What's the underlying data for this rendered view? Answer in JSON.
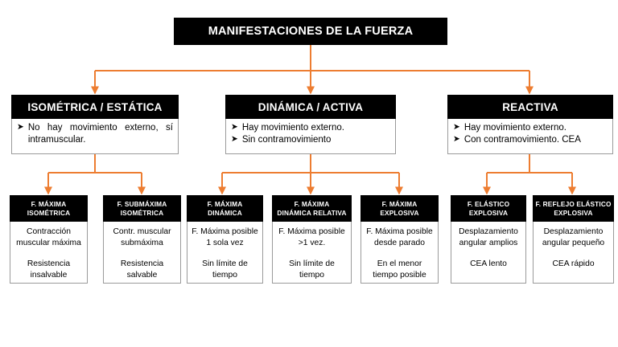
{
  "diagram": {
    "title": "MANIFESTACIONES DE LA FUERZA",
    "accent_color": "#ED7D31",
    "header_bg": "#000000",
    "header_fg": "#FFFFFF",
    "body_bg": "#FFFFFF",
    "body_fg": "#000000",
    "border_color": "#9A9A9A",
    "bullet_glyph": "➤"
  },
  "branches": [
    {
      "id": "isometrica",
      "title": "ISOMÉTRICA / ESTÁTICA",
      "bullets": [
        "No hay movimiento externo, sí intramuscular."
      ],
      "children": [
        {
          "id": "f-maxima-isometrica",
          "title_line1": "F. MÁXIMA",
          "title_line2": "ISOMÉTRICA",
          "line1": "Contracción muscular máxima",
          "line2": "Resistencia insalvable"
        },
        {
          "id": "f-submaxima-isometrica",
          "title_line1": "F. SUBMÁXIMA",
          "title_line2": "ISOMÉTRICA",
          "line1": "Contr. muscular submáxima",
          "line2": "Resistencia salvable"
        }
      ]
    },
    {
      "id": "dinamica",
      "title": "DINÁMICA / ACTIVA",
      "bullets": [
        "Hay movimiento externo.",
        "Sin contramovimiento"
      ],
      "children": [
        {
          "id": "f-maxima-dinamica",
          "title_line1": "F. MÁXIMA",
          "title_line2": "DINÁMICA",
          "line1": "F. Máxima posible 1 sola vez",
          "line2": "Sin límite de tiempo"
        },
        {
          "id": "f-maxima-dinamica-relativa",
          "title_line1": "F. MÁXIMA",
          "title_line2": "DINÁMICA RELATIVA",
          "line1": "F. Máxima posible >1 vez.",
          "line2": "Sin límite de tiempo"
        },
        {
          "id": "f-maxima-explosiva",
          "title_line1": "F. MÁXIMA",
          "title_line2": "EXPLOSIVA",
          "line1": "F. Máxima posible desde parado",
          "line2": "En el menor tiempo posible"
        }
      ]
    },
    {
      "id": "reactiva",
      "title": "REACTIVA",
      "bullets": [
        "Hay movimiento externo.",
        "Con contramovimiento. CEA"
      ],
      "children": [
        {
          "id": "f-elastico-explosiva",
          "title_line1": "F. ELÁSTICO",
          "title_line2": "EXPLOSIVA",
          "line1": "Desplazamiento angular amplios",
          "line2": "CEA lento"
        },
        {
          "id": "f-reflejo-elastico-explosiva",
          "title_line1": "F. REFLEJO ELÁSTICO",
          "title_line2": "EXPLOSIVA",
          "line1": "Desplazamiento angular pequeño",
          "line2": "CEA rápido"
        }
      ]
    }
  ]
}
